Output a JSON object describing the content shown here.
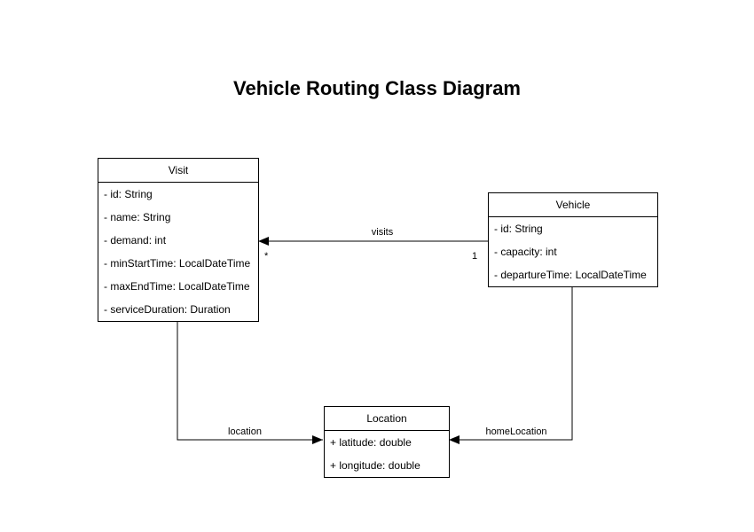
{
  "title": "Vehicle Routing Class Diagram",
  "classes": {
    "visit": {
      "name": "Visit",
      "attributes": [
        "- id: String",
        "- name: String",
        "- demand: int",
        "- minStartTime: LocalDateTime",
        "- maxEndTime: LocalDateTime",
        "- serviceDuration: Duration"
      ]
    },
    "vehicle": {
      "name": "Vehicle",
      "attributes": [
        "- id: String",
        "- capacity: int",
        "- departureTime: LocalDateTime"
      ]
    },
    "location": {
      "name": "Location",
      "attributes": [
        "+ latitude: double",
        "+ longitude: double"
      ]
    }
  },
  "edges": {
    "visits": {
      "label": "visits",
      "from": "Vehicle",
      "to": "Visit",
      "source_multiplicity": "1",
      "target_multiplicity": "*"
    },
    "location": {
      "label": "location",
      "from": "Visit",
      "to": "Location"
    },
    "home_location": {
      "label": "homeLocation",
      "from": "Vehicle",
      "to": "Location"
    }
  },
  "colors": {
    "line": "#000000",
    "text": "#000000",
    "box_fill": "#ffffff",
    "background": "#ffffff"
  }
}
